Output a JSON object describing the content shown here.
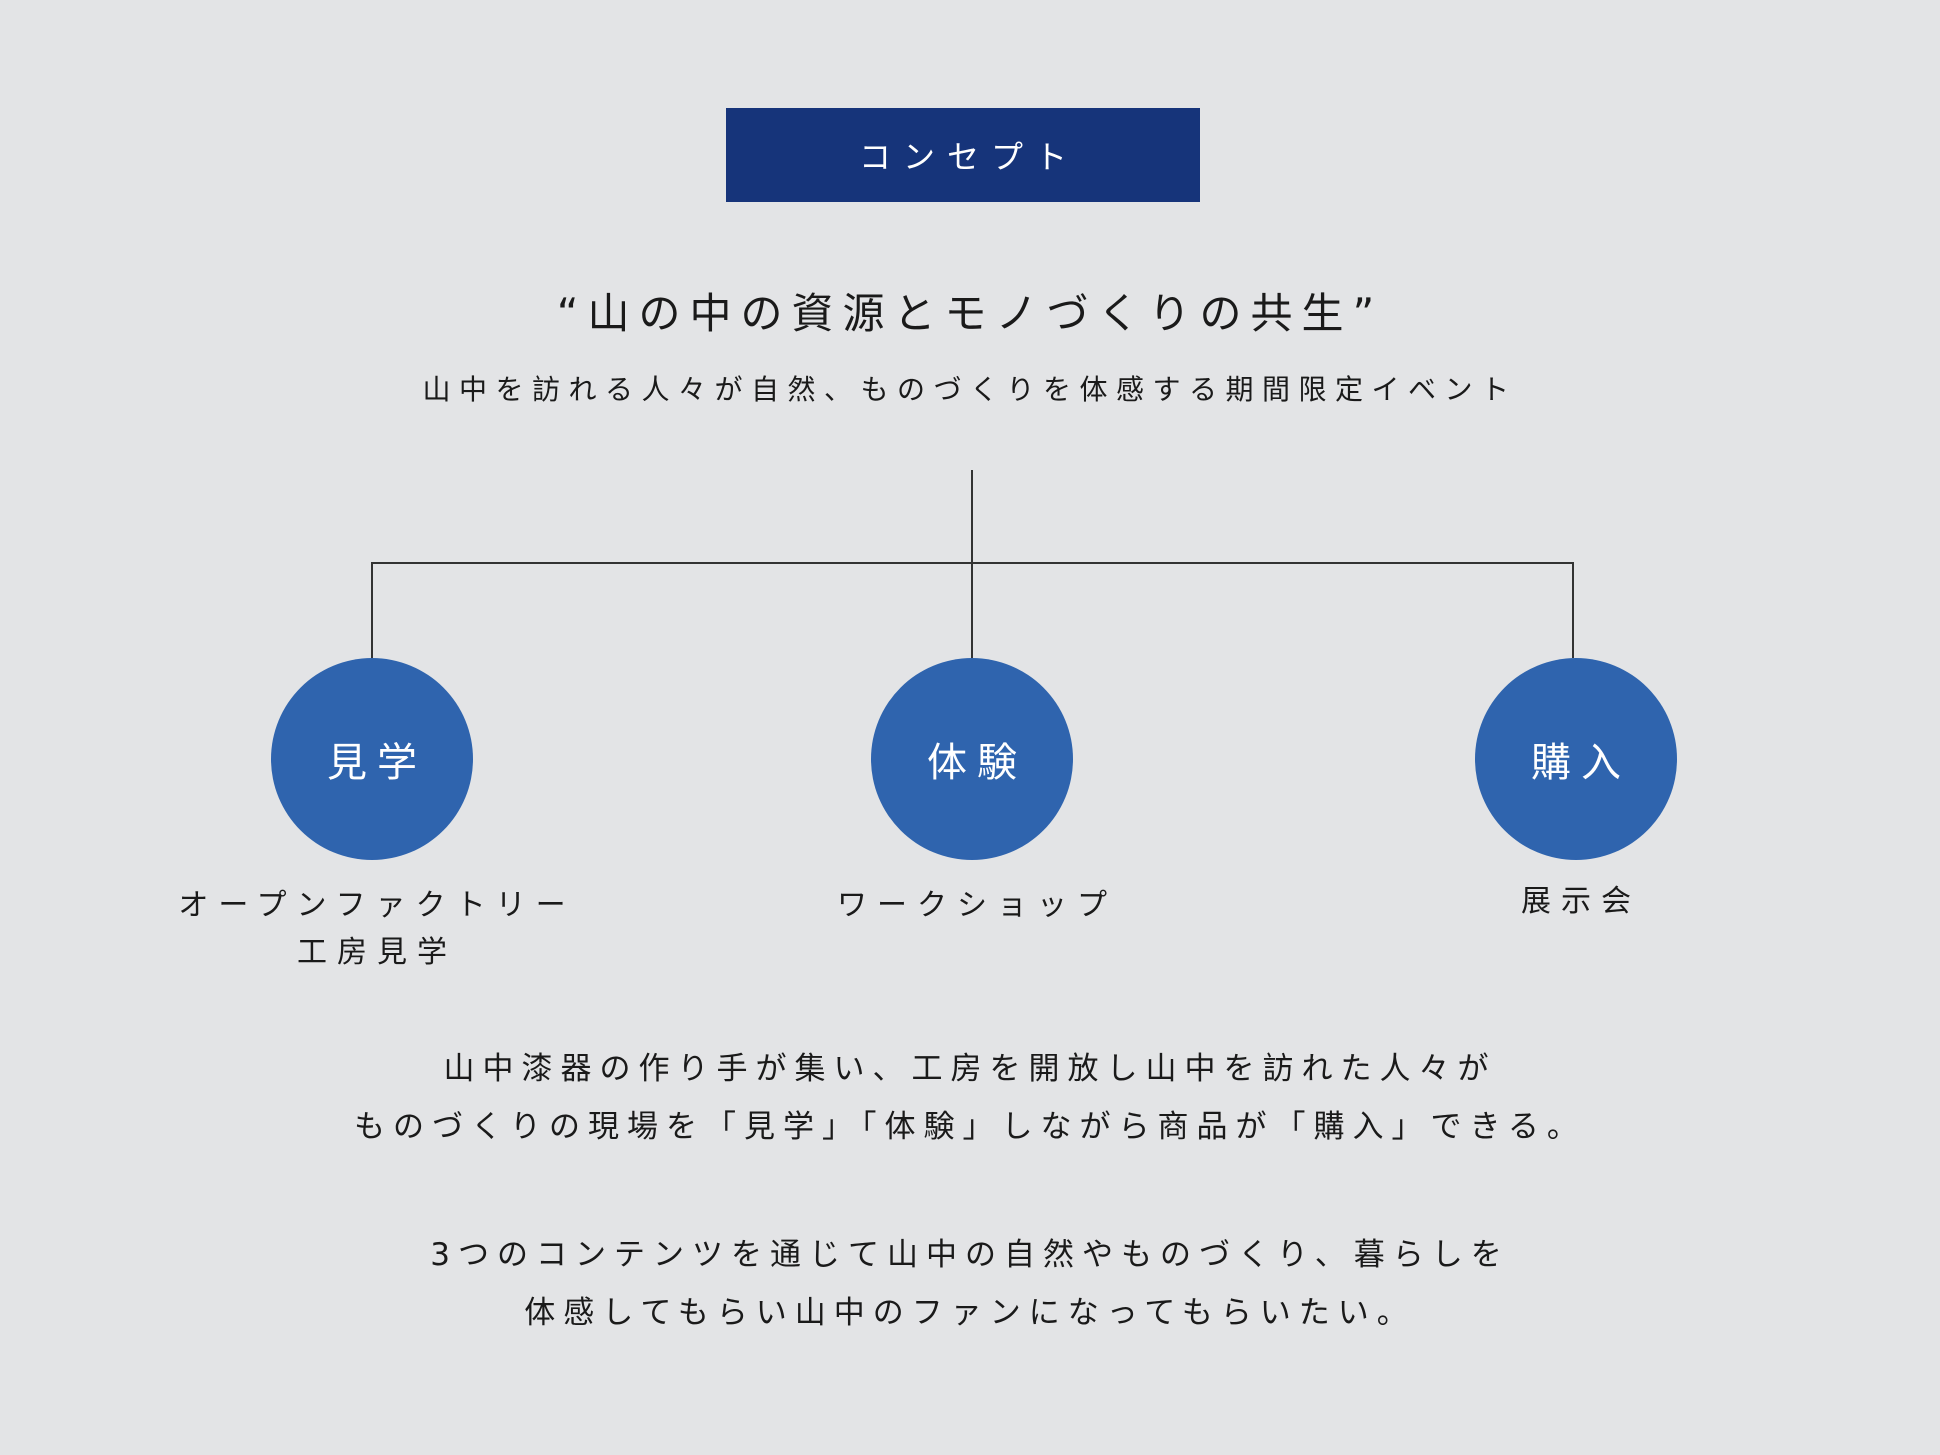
{
  "header": {
    "label": "コンセプト"
  },
  "title": "“山の中の資源とモノづくりの共生”",
  "subtitle": "山中を訪れる人々が自然、ものづくりを体感する期間限定イベント",
  "nodes": [
    {
      "label": "見学",
      "caption_lines": [
        "オープンファクトリー",
        "工房見学"
      ]
    },
    {
      "label": "体験",
      "caption_lines": [
        "ワークショップ"
      ]
    },
    {
      "label": "購入",
      "caption_lines": [
        "展示会"
      ]
    }
  ],
  "colors": {
    "background": "#e3e4e6",
    "header": "#16347a",
    "circle": "#2f64ae"
  },
  "paragraphs": [
    [
      "山中漆器の作り手が集い、工房を開放し山中を訪れた人々が",
      "ものづくりの現場を「見学」「体験」しながら商品が「購入」できる。"
    ],
    [
      "3つのコンテンツを通じて山中の自然やものづくり、暮らしを",
      "体感してもらい山中のファンになってもらいたい。"
    ]
  ]
}
